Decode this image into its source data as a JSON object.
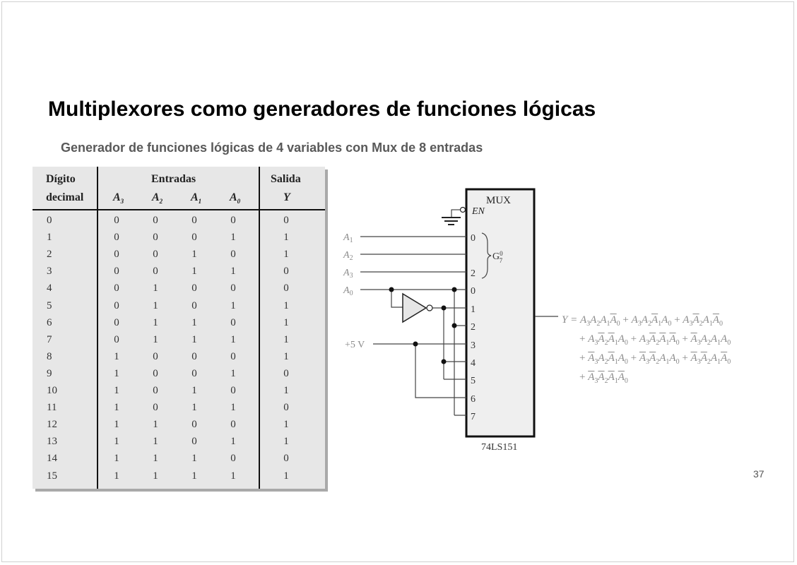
{
  "title": "Multiplexores como generadores de funciones lógicas",
  "subtitle": "Generador de funciones lógicas de 4 variables con Mux de 8 entradas",
  "page_number": "37",
  "table": {
    "headers": {
      "digit_line1": "Dígito",
      "digit_line2": "decimal",
      "inputs": "Entradas",
      "output": "Salida",
      "output_var": "Y",
      "vars": [
        {
          "v": "A",
          "s": "3"
        },
        {
          "v": "A",
          "s": "2"
        },
        {
          "v": "A",
          "s": "1"
        },
        {
          "v": "A",
          "s": "0"
        }
      ]
    },
    "rows": [
      [
        "0",
        "0",
        "0",
        "0",
        "0",
        "0"
      ],
      [
        "1",
        "0",
        "0",
        "0",
        "1",
        "1"
      ],
      [
        "2",
        "0",
        "0",
        "1",
        "0",
        "1"
      ],
      [
        "3",
        "0",
        "0",
        "1",
        "1",
        "0"
      ],
      [
        "4",
        "0",
        "1",
        "0",
        "0",
        "0"
      ],
      [
        "5",
        "0",
        "1",
        "0",
        "1",
        "1"
      ],
      [
        "6",
        "0",
        "1",
        "1",
        "0",
        "1"
      ],
      [
        "7",
        "0",
        "1",
        "1",
        "1",
        "1"
      ],
      [
        "8",
        "1",
        "0",
        "0",
        "0",
        "1"
      ],
      [
        "9",
        "1",
        "0",
        "0",
        "1",
        "0"
      ],
      [
        "10",
        "1",
        "0",
        "1",
        "0",
        "1"
      ],
      [
        "11",
        "1",
        "0",
        "1",
        "1",
        "0"
      ],
      [
        "12",
        "1",
        "1",
        "0",
        "0",
        "1"
      ],
      [
        "13",
        "1",
        "1",
        "0",
        "1",
        "1"
      ],
      [
        "14",
        "1",
        "1",
        "1",
        "0",
        "0"
      ],
      [
        "15",
        "1",
        "1",
        "1",
        "1",
        "1"
      ]
    ]
  },
  "circuit": {
    "mux_label": "MUX",
    "enable_label": "EN",
    "chip": "74LS151",
    "group_label": "G",
    "group_sup": "0",
    "group_sub": "7",
    "select_inputs": [
      {
        "v": "A",
        "s": "1"
      },
      {
        "v": "A",
        "s": "2"
      },
      {
        "v": "A",
        "s": "3"
      }
    ],
    "select_pins": [
      "0",
      "2"
    ],
    "data_input": {
      "v": "A",
      "s": "0"
    },
    "supply": "+5 V",
    "data_pins": [
      "0",
      "1",
      "2",
      "3",
      "4",
      "5",
      "6",
      "7"
    ]
  },
  "equation": {
    "lhs": "Y =",
    "plus": "+",
    "lines": [
      [
        [
          [
            3,
            1
          ],
          [
            2,
            1
          ],
          [
            1,
            1
          ],
          [
            0,
            0
          ]
        ],
        [
          [
            3,
            1
          ],
          [
            2,
            1
          ],
          [
            1,
            0
          ],
          [
            0,
            1
          ]
        ],
        [
          [
            3,
            1
          ],
          [
            2,
            0
          ],
          [
            1,
            1
          ],
          [
            0,
            0
          ]
        ]
      ],
      [
        [
          [
            3,
            1
          ],
          [
            2,
            0
          ],
          [
            1,
            0
          ],
          [
            0,
            1
          ]
        ],
        [
          [
            3,
            1
          ],
          [
            2,
            0
          ],
          [
            1,
            0
          ],
          [
            0,
            0
          ]
        ],
        [
          [
            3,
            0
          ],
          [
            2,
            1
          ],
          [
            1,
            1
          ],
          [
            0,
            1
          ]
        ]
      ],
      [
        [
          [
            3,
            0
          ],
          [
            2,
            1
          ],
          [
            1,
            0
          ],
          [
            0,
            1
          ]
        ],
        [
          [
            3,
            0
          ],
          [
            2,
            0
          ],
          [
            1,
            1
          ],
          [
            0,
            1
          ]
        ],
        [
          [
            3,
            0
          ],
          [
            2,
            0
          ],
          [
            1,
            1
          ],
          [
            0,
            0
          ]
        ]
      ],
      [
        [
          [
            3,
            0
          ],
          [
            2,
            0
          ],
          [
            1,
            0
          ],
          [
            0,
            0
          ]
        ]
      ]
    ]
  }
}
